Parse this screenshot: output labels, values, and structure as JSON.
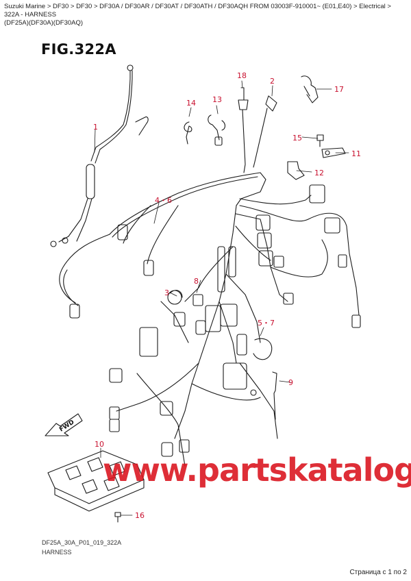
{
  "breadcrumb": {
    "line1": "Suzuki Marine > DF30 > DF30 > DF30A / DF30AR / DF30AT / DF30ATH / DF30AQH FROM 03003F-910001~ (E01,E40) > Electrical > 322A - HARNESS",
    "line2": "(DF25A)(DF30A)(DF30AQ)"
  },
  "figure": {
    "title": "FIG.322A",
    "fwd_label": "FWD",
    "code": "DF25A_30A_P01_019_322A",
    "name": "HARNESS"
  },
  "callouts": {
    "c1": "1",
    "c2": "2",
    "c3": "3",
    "c46": "4・6",
    "c57": "5・7",
    "c8": "8",
    "c9": "9",
    "c10": "10",
    "c11": "11",
    "c12": "12",
    "c13": "13",
    "c14": "14",
    "c15": "15",
    "c16": "16",
    "c17": "17",
    "c18": "18"
  },
  "watermark": "www.partskatalog.ru",
  "colors": {
    "callout": "#c8102e",
    "watermark": "#d9111b",
    "line": "#1a1a1a"
  },
  "pagination": "Страница с 1 по 2"
}
